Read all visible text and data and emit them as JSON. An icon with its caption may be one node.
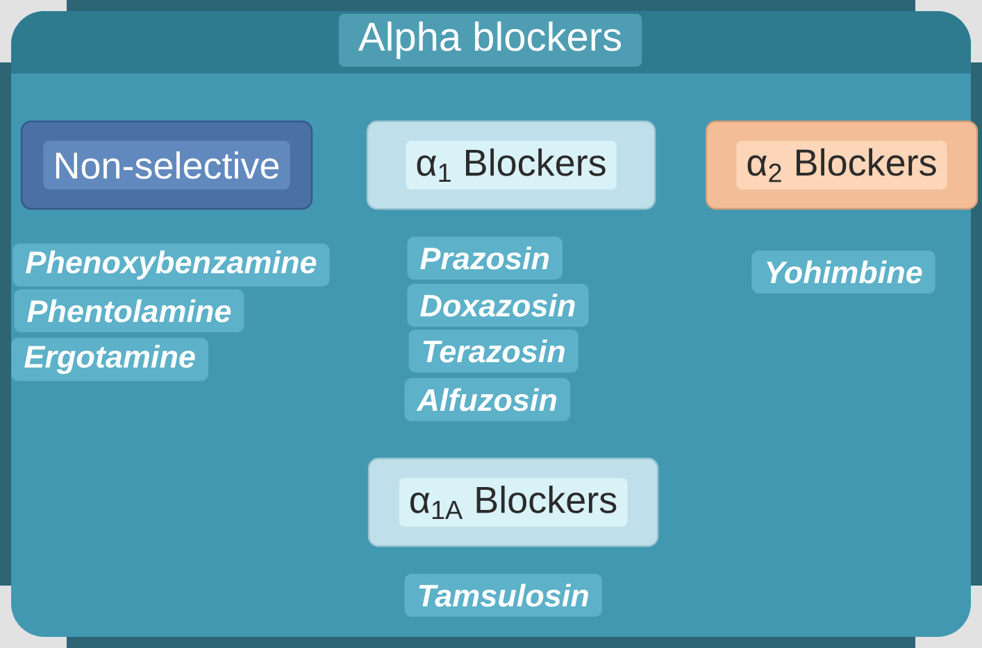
{
  "diagram": {
    "title": "Alpha blockers",
    "nodes": [
      {
        "text": [
          "Non-selective"
        ]
      },
      {
        "text": [
          "α$_{1}$ Blockers"
        ]
      },
      {
        "text": [
          "α$_{2}$ Blockers"
        ]
      },
      {
        "text": [
          "Phenoxybenzamine"
        ]
      },
      {
        "text": [
          "Phentolamine"
        ]
      },
      {
        "text": [
          "Ergotamine"
        ]
      },
      {
        "text": [
          "Prazosin"
        ]
      },
      {
        "text": [
          "Doxazosin"
        ]
      },
      {
        "text": [
          "Terazosin"
        ]
      },
      {
        "text": [
          "Alfuzosin"
        ]
      },
      {
        "text": [
          "Yohimbine"
        ]
      },
      {
        "text": [
          "α$_{1A}$ Blockers"
        ]
      },
      {
        "text": [
          "Tamsulosin"
        ]
      }
    ]
  }
}
